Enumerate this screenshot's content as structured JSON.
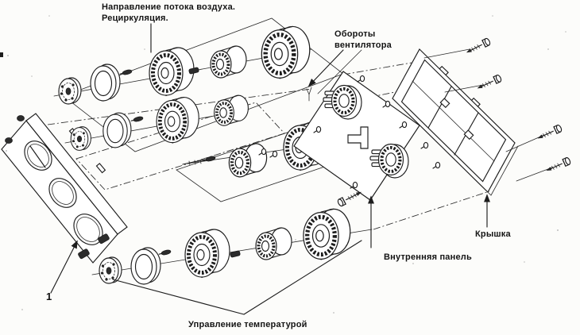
{
  "figure": {
    "kind": "exploded-view parts diagram",
    "language": "ru"
  },
  "labels": {
    "air_flow_line1": "Направление потока воздуха.",
    "air_flow_line2": "Рециркуляция.",
    "fan_speed_line1": "Обороты",
    "fan_speed_line2": "вентилятора",
    "cover": "Крышка",
    "inner_panel": "Внутренняя панель",
    "temperature": "Управление температурой",
    "callout_1": "1"
  },
  "colors": {
    "ink": "#1d1d1d",
    "paper": "#fcfcfa"
  }
}
